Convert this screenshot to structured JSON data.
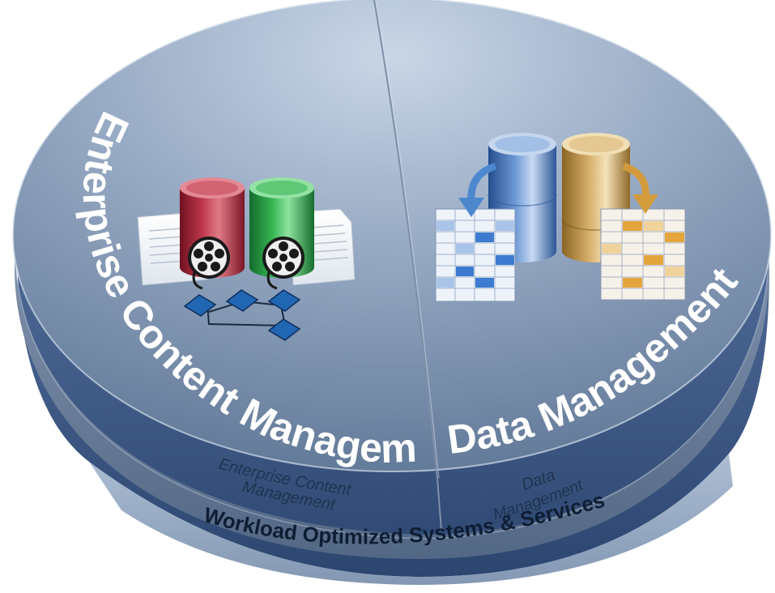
{
  "segments": {
    "ecm": {
      "title": "Enterprise Content Management",
      "rim_line1": "Enterprise Content",
      "rim_line2": "Management",
      "icon": "content-repository-icon"
    },
    "data": {
      "title": "Data Management",
      "rim_line1": "Data",
      "rim_line2": "Management",
      "icon": "database-tables-icon"
    }
  },
  "base": {
    "label": "Workload Optimized Systems & Services"
  },
  "colors": {
    "disc_top_light": "#c2d1e3",
    "disc_top_dark": "#5d7595",
    "rim": "#64799a",
    "base": "#3e5a86",
    "red_cylinder": "#b3283b",
    "green_cylinder": "#2ea84a",
    "blue_cylinder": "#3f73bd",
    "gold_cylinder": "#c49a48",
    "diamond": "#1e5fa8"
  }
}
